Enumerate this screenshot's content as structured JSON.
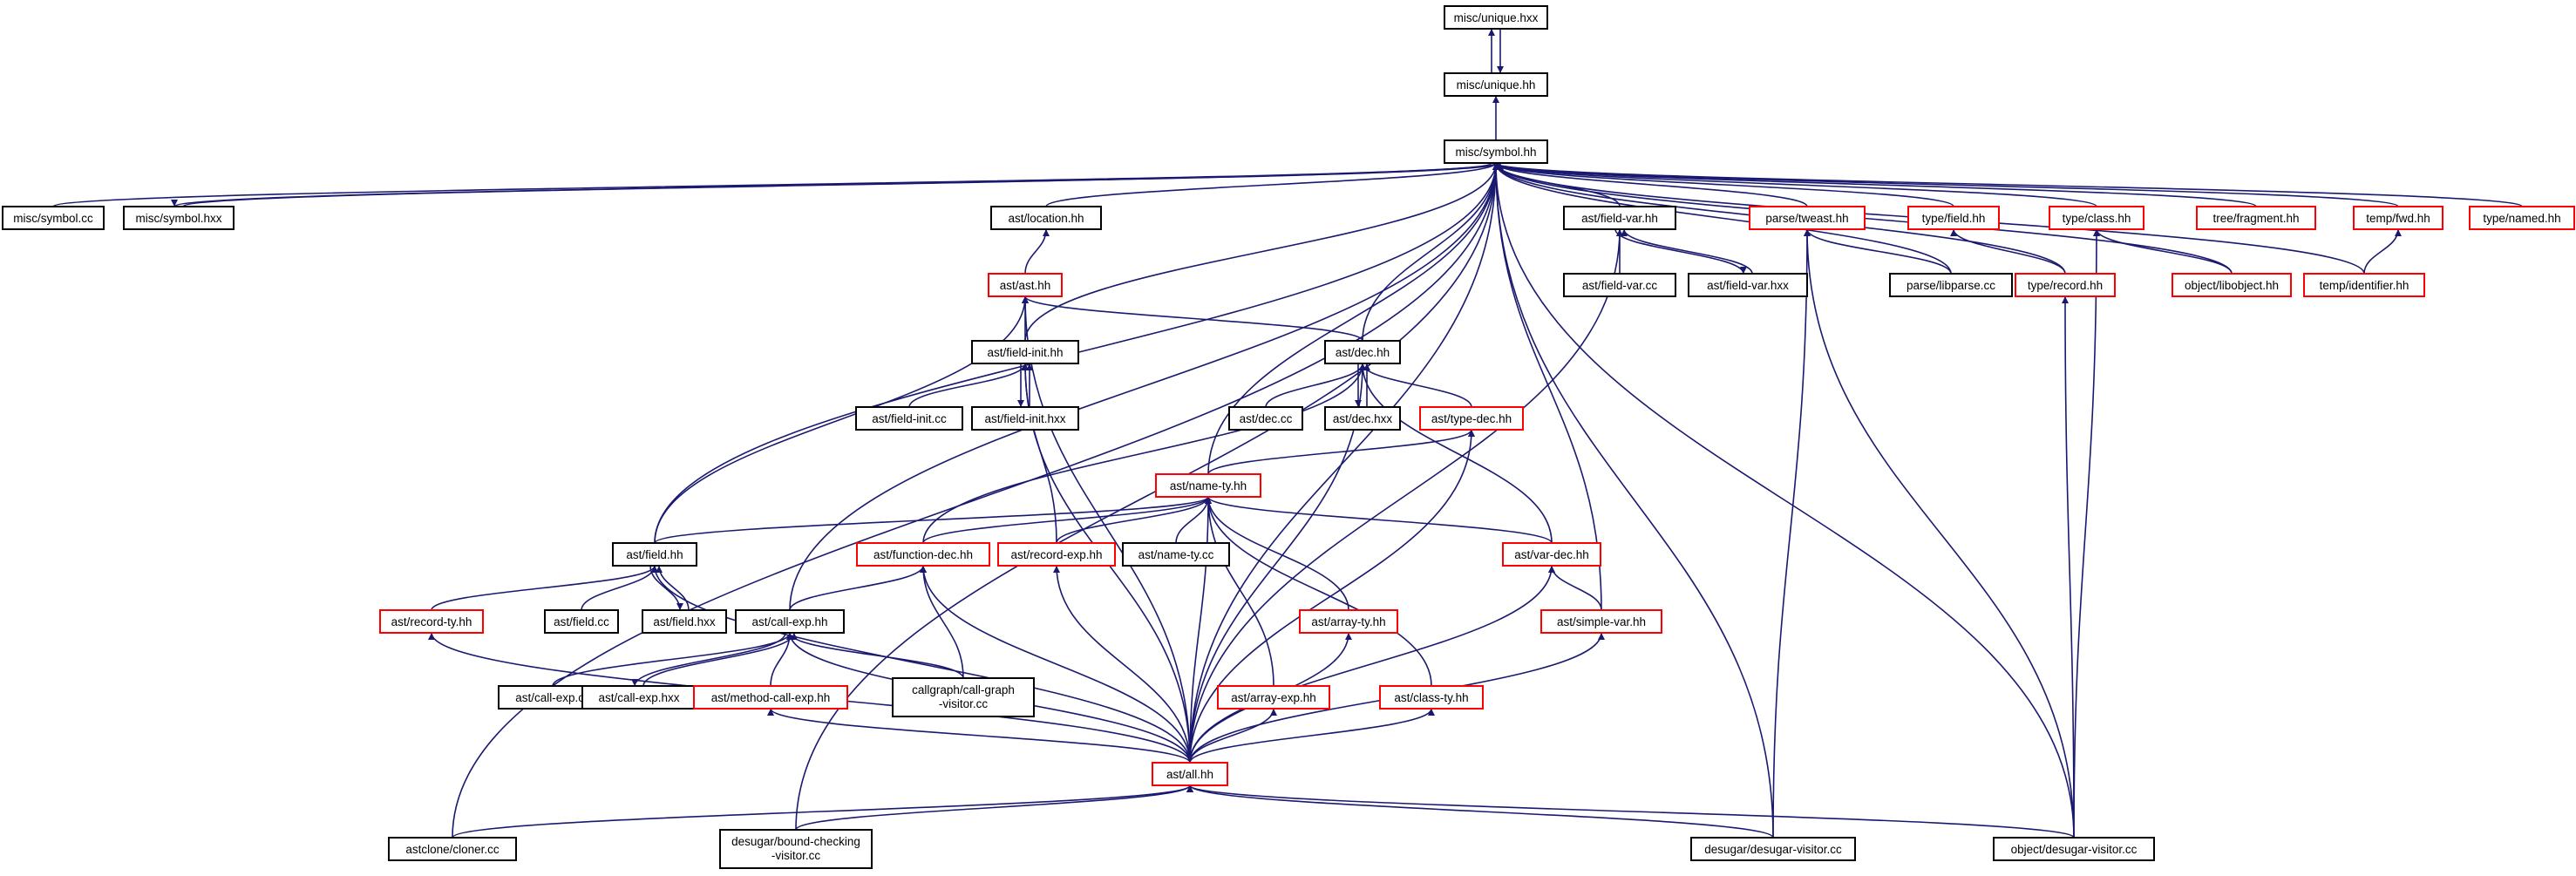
{
  "colors": {
    "edge": "#191970",
    "node_border": "#000000",
    "node_border_incomplete": "#ff0000",
    "highlight_fill": "#bfbfbf"
  },
  "nodes": {
    "n_unique_hxx": {
      "label": "misc/unique.hxx",
      "style": "highlight"
    },
    "n_unique_hh": {
      "label": "misc/unique.hh",
      "style": "normal"
    },
    "n_symbol_hh": {
      "label": "misc/symbol.hh",
      "style": "normal"
    },
    "n_symbol_cc": {
      "label": "misc/symbol.cc",
      "style": "normal"
    },
    "n_symbol_hxx": {
      "label": "misc/symbol.hxx",
      "style": "normal"
    },
    "n_location_hh": {
      "label": "ast/location.hh",
      "style": "normal"
    },
    "n_field_var_hh": {
      "label": "ast/field-var.hh",
      "style": "normal"
    },
    "n_tweast_hh": {
      "label": "parse/tweast.hh",
      "style": "red"
    },
    "n_type_field_hh": {
      "label": "type/field.hh",
      "style": "red"
    },
    "n_type_class_hh": {
      "label": "type/class.hh",
      "style": "red"
    },
    "n_tree_fragment_hh": {
      "label": "tree/fragment.hh",
      "style": "red"
    },
    "n_temp_fwd_hh": {
      "label": "temp/fwd.hh",
      "style": "red"
    },
    "n_type_named_hh": {
      "label": "type/named.hh",
      "style": "red"
    },
    "n_ast_hh": {
      "label": "ast/ast.hh",
      "style": "red"
    },
    "n_field_var_cc": {
      "label": "ast/field-var.cc",
      "style": "normal"
    },
    "n_field_var_hxx": {
      "label": "ast/field-var.hxx",
      "style": "normal"
    },
    "n_libparse_cc": {
      "label": "parse/libparse.cc",
      "style": "normal"
    },
    "n_type_record_hh": {
      "label": "type/record.hh",
      "style": "red"
    },
    "n_libobject_hh": {
      "label": "object/libobject.hh",
      "style": "red"
    },
    "n_temp_identifier_hh": {
      "label": "temp/identifier.hh",
      "style": "red"
    },
    "n_field_init_hh": {
      "label": "ast/field-init.hh",
      "style": "normal"
    },
    "n_dec_hh": {
      "label": "ast/dec.hh",
      "style": "normal"
    },
    "n_field_init_cc": {
      "label": "ast/field-init.cc",
      "style": "normal"
    },
    "n_field_init_hxx": {
      "label": "ast/field-init.hxx",
      "style": "normal"
    },
    "n_dec_cc": {
      "label": "ast/dec.cc",
      "style": "normal"
    },
    "n_dec_hxx": {
      "label": "ast/dec.hxx",
      "style": "normal"
    },
    "n_type_dec_hh": {
      "label": "ast/type-dec.hh",
      "style": "red"
    },
    "n_name_ty_hh": {
      "label": "ast/name-ty.hh",
      "style": "red"
    },
    "n_field_hh": {
      "label": "ast/field.hh",
      "style": "normal"
    },
    "n_function_dec_hh": {
      "label": "ast/function-dec.hh",
      "style": "red"
    },
    "n_record_exp_hh": {
      "label": "ast/record-exp.hh",
      "style": "red"
    },
    "n_name_ty_cc": {
      "label": "ast/name-ty.cc",
      "style": "normal"
    },
    "n_var_dec_hh": {
      "label": "ast/var-dec.hh",
      "style": "red"
    },
    "n_record_ty_hh": {
      "label": "ast/record-ty.hh",
      "style": "red"
    },
    "n_field_cc": {
      "label": "ast/field.cc",
      "style": "normal"
    },
    "n_field_hxx": {
      "label": "ast/field.hxx",
      "style": "normal"
    },
    "n_call_exp_hh": {
      "label": "ast/call-exp.hh",
      "style": "normal"
    },
    "n_array_ty_hh": {
      "label": "ast/array-ty.hh",
      "style": "red"
    },
    "n_simple_var_hh": {
      "label": "ast/simple-var.hh",
      "style": "red"
    },
    "n_call_exp_cc": {
      "label": "ast/call-exp.cc",
      "style": "normal"
    },
    "n_call_exp_hxx": {
      "label": "ast/call-exp.hxx",
      "style": "normal"
    },
    "n_method_call_exp_hh": {
      "label": "ast/method-call-exp.hh",
      "style": "red"
    },
    "n_call_graph_visitor_cc": {
      "label1": "callgraph/call-graph",
      "label2": "-visitor.cc",
      "style": "normal"
    },
    "n_array_exp_hh": {
      "label": "ast/array-exp.hh",
      "style": "red"
    },
    "n_class_ty_hh": {
      "label": "ast/class-ty.hh",
      "style": "red"
    },
    "n_all_hh": {
      "label": "ast/all.hh",
      "style": "red"
    },
    "n_cloner_cc": {
      "label": "astclone/cloner.cc",
      "style": "normal"
    },
    "n_bound_checking_visitor_cc": {
      "label1": "desugar/bound-checking",
      "label2": "-visitor.cc",
      "style": "normal"
    },
    "n_desugar_visitor_cc": {
      "label": "desugar/desugar-visitor.cc",
      "style": "normal"
    },
    "n_object_desugar_visitor_cc": {
      "label": "object/desugar-visitor.cc",
      "style": "normal"
    }
  }
}
